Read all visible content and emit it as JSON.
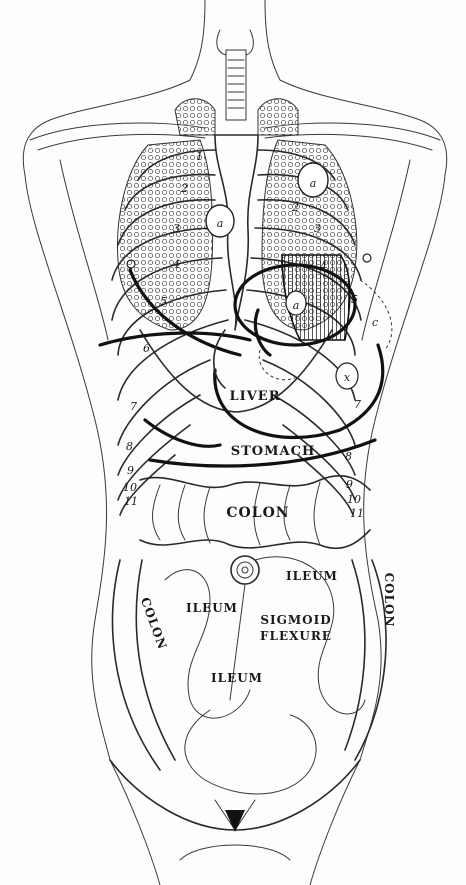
{
  "labels": {
    "liver": "LIVER",
    "stomach": "STOMACH",
    "colon_transverse": "COLON",
    "colon_left": "COLON",
    "colon_right": "COLON",
    "ileum_upper": "ILEUM",
    "ileum_middle": "ILEUM",
    "ileum_lower": "ILEUM",
    "sigmoid_1": "SIGMOID",
    "sigmoid_2": "FLEXURE"
  },
  "markers": {
    "a_left": "a",
    "a_right_top": "a",
    "a_heart": "a",
    "c_right": "c",
    "x_right": "x"
  },
  "rib_numbers": {
    "left": [
      "1",
      "2",
      "3",
      "4",
      "5",
      "6",
      "7",
      "8",
      "9",
      "10",
      "11"
    ],
    "right": [
      "2",
      "3",
      "4",
      "5",
      "7",
      "8",
      "9",
      "10",
      "11"
    ]
  }
}
